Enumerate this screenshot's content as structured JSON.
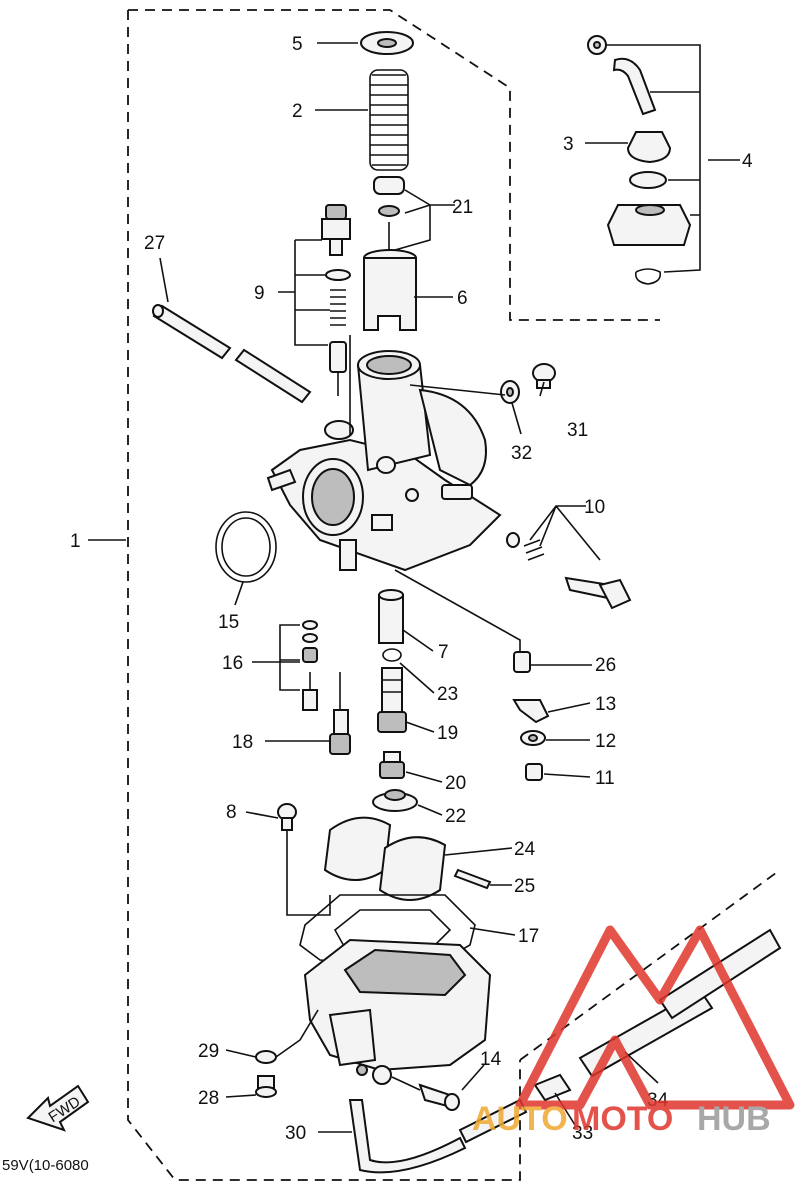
{
  "diagram_code": "59V(10-6080",
  "fwd_label": "FWD",
  "watermark": {
    "auto": "AUTO",
    "moto": "MOTO",
    "hub": "HUB",
    "color_red": "#e0362c",
    "color_orange": "#f0a830",
    "color_gray": "#9a9a9a"
  },
  "labels": {
    "l1": "1",
    "l2": "2",
    "l3": "3",
    "l4": "4",
    "l5": "5",
    "l6": "6",
    "l7": "7",
    "l8": "8",
    "l9": "9",
    "l10": "10",
    "l11": "11",
    "l12": "12",
    "l13": "13",
    "l14": "14",
    "l15": "15",
    "l16": "16",
    "l17": "17",
    "l18": "18",
    "l19": "19",
    "l20": "20",
    "l21": "21",
    "l22": "22",
    "l23": "23",
    "l24": "24",
    "l25": "25",
    "l26": "26",
    "l27": "27",
    "l28": "28",
    "l29": "29",
    "l30": "30",
    "l31": "31",
    "l32": "32",
    "l33": "33",
    "l34": "34"
  }
}
